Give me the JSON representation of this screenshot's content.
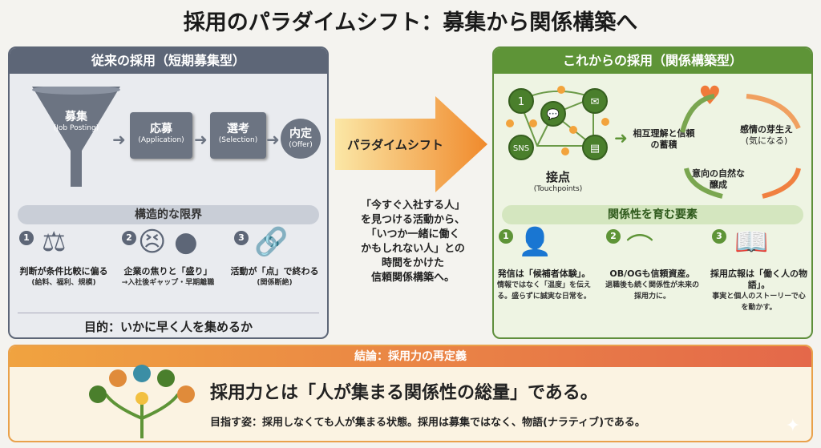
{
  "title": "採用のパラダイムシフト：募集から関係構築へ",
  "left": {
    "header": "従来の採用（短期募集型）",
    "steps": [
      {
        "label": "募集",
        "sub": "(Job Posting)"
      },
      {
        "label": "応募",
        "sub": "(Application)"
      },
      {
        "label": "選考",
        "sub": "(Selection)"
      },
      {
        "label": "内定",
        "sub": "(Offer)"
      }
    ],
    "band": "構造的な限界",
    "items": [
      {
        "num": "1",
        "text": "判断が条件比較に偏る",
        "sub": "(給料、福利、規模)",
        "icon": "scale-icon"
      },
      {
        "num": "2",
        "text": "企業の焦りと「盛り」",
        "sub": "→入社後ギャップ・早期離職",
        "icon": "stressed-face-balloon-icon"
      },
      {
        "num": "3",
        "text": "活動が「点」で終わる",
        "sub": "(関係断絶)",
        "icon": "broken-link-icon"
      }
    ],
    "purpose": "目的：いかに早く人を集めるか"
  },
  "middle": {
    "arrow_label": "パラダイムシフト",
    "text": [
      "「今すぐ入社する人」",
      "を見つける活動から、",
      "「いつか一緒に働く",
      "かもしれない人」との",
      "時間をかけた",
      "信頼関係構築へ。"
    ]
  },
  "right": {
    "header": "これからの採用（関係構築型）",
    "touchpoints": {
      "label": "接点",
      "sub": "(Touchpoints)",
      "sns": "SNS",
      "calendar": "1"
    },
    "cycle": {
      "trust": "相互理解と信頼の蓄積",
      "emotion": "感情の芽生え",
      "emotion_sub": "(気になる)",
      "intent": "意向の自然な醸成"
    },
    "band": "関係性を育む要素",
    "items": [
      {
        "num": "1",
        "text": "発信は「候補者体験」。",
        "sub": "情報ではなく「温度」を伝える。盛らずに誠実な日常を。",
        "icon": "person-window-icon"
      },
      {
        "num": "2",
        "text": "OB/OGも信頼資産。",
        "sub": "退職後も続く関係性が未来の採用力に。",
        "icon": "bridge-icon"
      },
      {
        "num": "3",
        "text": "採用広報は「働く人の物語」。",
        "sub": "事実と個人のストーリーで心を動かす。",
        "icon": "book-icon"
      }
    ]
  },
  "conclusion": {
    "header": "結論：採用力の再定義",
    "main": "採用力とは「人が集まる関係性の総量」である。",
    "sub": "目指す姿：採用しなくても人が集まる状態。採用は募集ではなく、物語(ナラティブ)である。"
  },
  "colors": {
    "gray": "#5d6677",
    "green": "#5e9437",
    "orange": "#e9a14b"
  }
}
